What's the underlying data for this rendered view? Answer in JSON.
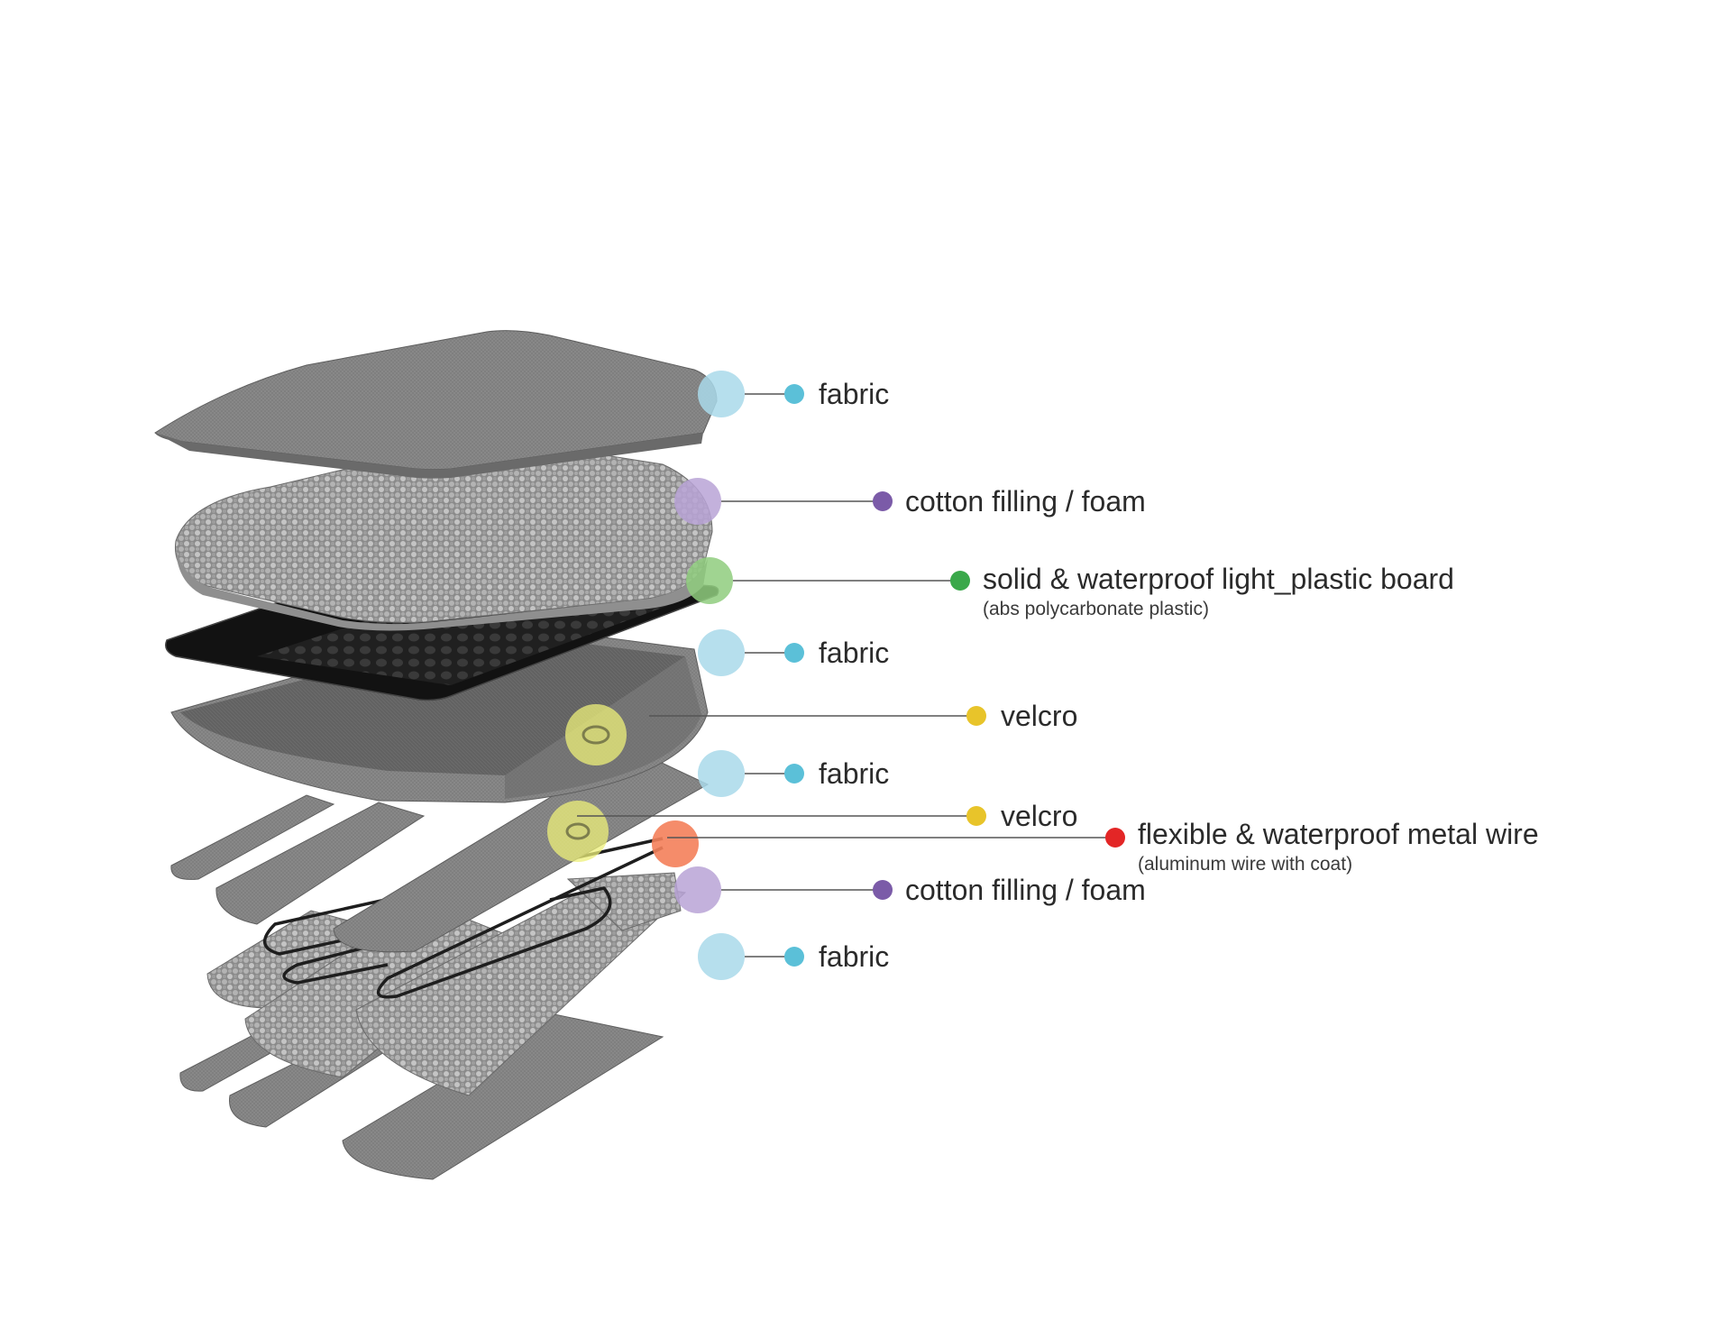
{
  "colors": {
    "fabric": "#5bc0d8",
    "foam": "#7b5ba8",
    "board": "#3aa84a",
    "velcro": "#e8c42a",
    "wire": "#e32626",
    "fabric_halo": "#a9d9ea",
    "foam_halo": "#b9a3d6",
    "board_halo": "#8fcd7e",
    "velcro_halo": "#eef07a",
    "wire_halo": "#f4805a",
    "fabric_surface": "#7d7d7d",
    "foam_surface": "#a6a6a6",
    "board_surface": "#1c1c1c"
  },
  "labels": [
    {
      "id": "fabric-1",
      "text": "fabric",
      "material": "fabric"
    },
    {
      "id": "foam-1",
      "text": "cotton filling / foam",
      "material": "foam"
    },
    {
      "id": "board",
      "text": "solid & waterproof light_plastic board",
      "sub": "(abs polycarbonate plastic)",
      "material": "board"
    },
    {
      "id": "fabric-2",
      "text": "fabric",
      "material": "fabric"
    },
    {
      "id": "velcro-1",
      "text": "velcro",
      "material": "velcro"
    },
    {
      "id": "fabric-3",
      "text": "fabric",
      "material": "fabric"
    },
    {
      "id": "velcro-2",
      "text": "velcro",
      "material": "velcro"
    },
    {
      "id": "wire",
      "text": "flexible & waterproof metal wire",
      "sub": "(aluminum wire with coat)",
      "material": "wire"
    },
    {
      "id": "foam-2",
      "text": "cotton filling / foam",
      "material": "foam"
    },
    {
      "id": "fabric-4",
      "text": "fabric",
      "material": "fabric"
    }
  ]
}
